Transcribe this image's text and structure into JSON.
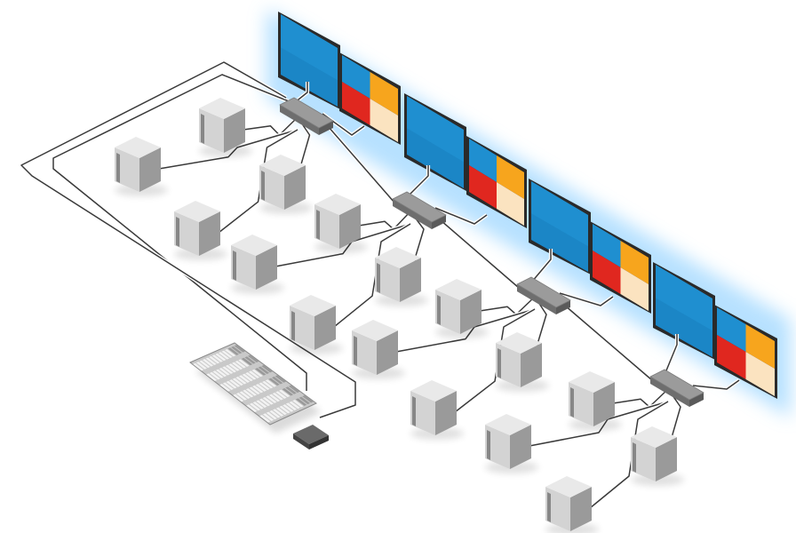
{
  "diagram": {
    "colors": {
      "background": "#ffffff",
      "cable": "#3a3a3a",
      "cable_halo": "#ffffff",
      "glow": "#9fd7ff",
      "screen_blue": "#1f8fd0",
      "screen_blue_dark": "#106aa6",
      "quad_orange": "#f7a51d",
      "quad_red": "#e0271f",
      "quad_cream": "#fbe3c0",
      "bezel": "#2a2a2a",
      "pc_face": "#d3d3d3",
      "pc_top": "#e9e9e9",
      "pc_side": "#9a9a9a",
      "switch_top": "#9b9b9b",
      "switch_side": "#6e6e6e",
      "keyboard_base": "#c9c9c9",
      "keyboard_keys": "#f2f2f2"
    },
    "switches": [
      {
        "id": "sw1",
        "icon": "kvm-switch-icon"
      },
      {
        "id": "sw2",
        "icon": "kvm-switch-icon"
      },
      {
        "id": "sw3",
        "icon": "kvm-switch-icon"
      },
      {
        "id": "sw4",
        "icon": "kvm-switch-icon"
      }
    ],
    "monitor_pairs": [
      {
        "switch": "sw1",
        "screens": [
          "blue",
          "quad"
        ]
      },
      {
        "switch": "sw2",
        "screens": [
          "blue",
          "quad"
        ]
      },
      {
        "switch": "sw3",
        "screens": [
          "blue",
          "quad"
        ]
      },
      {
        "switch": "sw4",
        "screens": [
          "blue",
          "quad"
        ]
      }
    ],
    "computers_per_switch": 4,
    "computers_total": 16,
    "console": {
      "keyboard_icon": "keyboard-icon",
      "mouse_icon": "mouse-icon"
    }
  }
}
